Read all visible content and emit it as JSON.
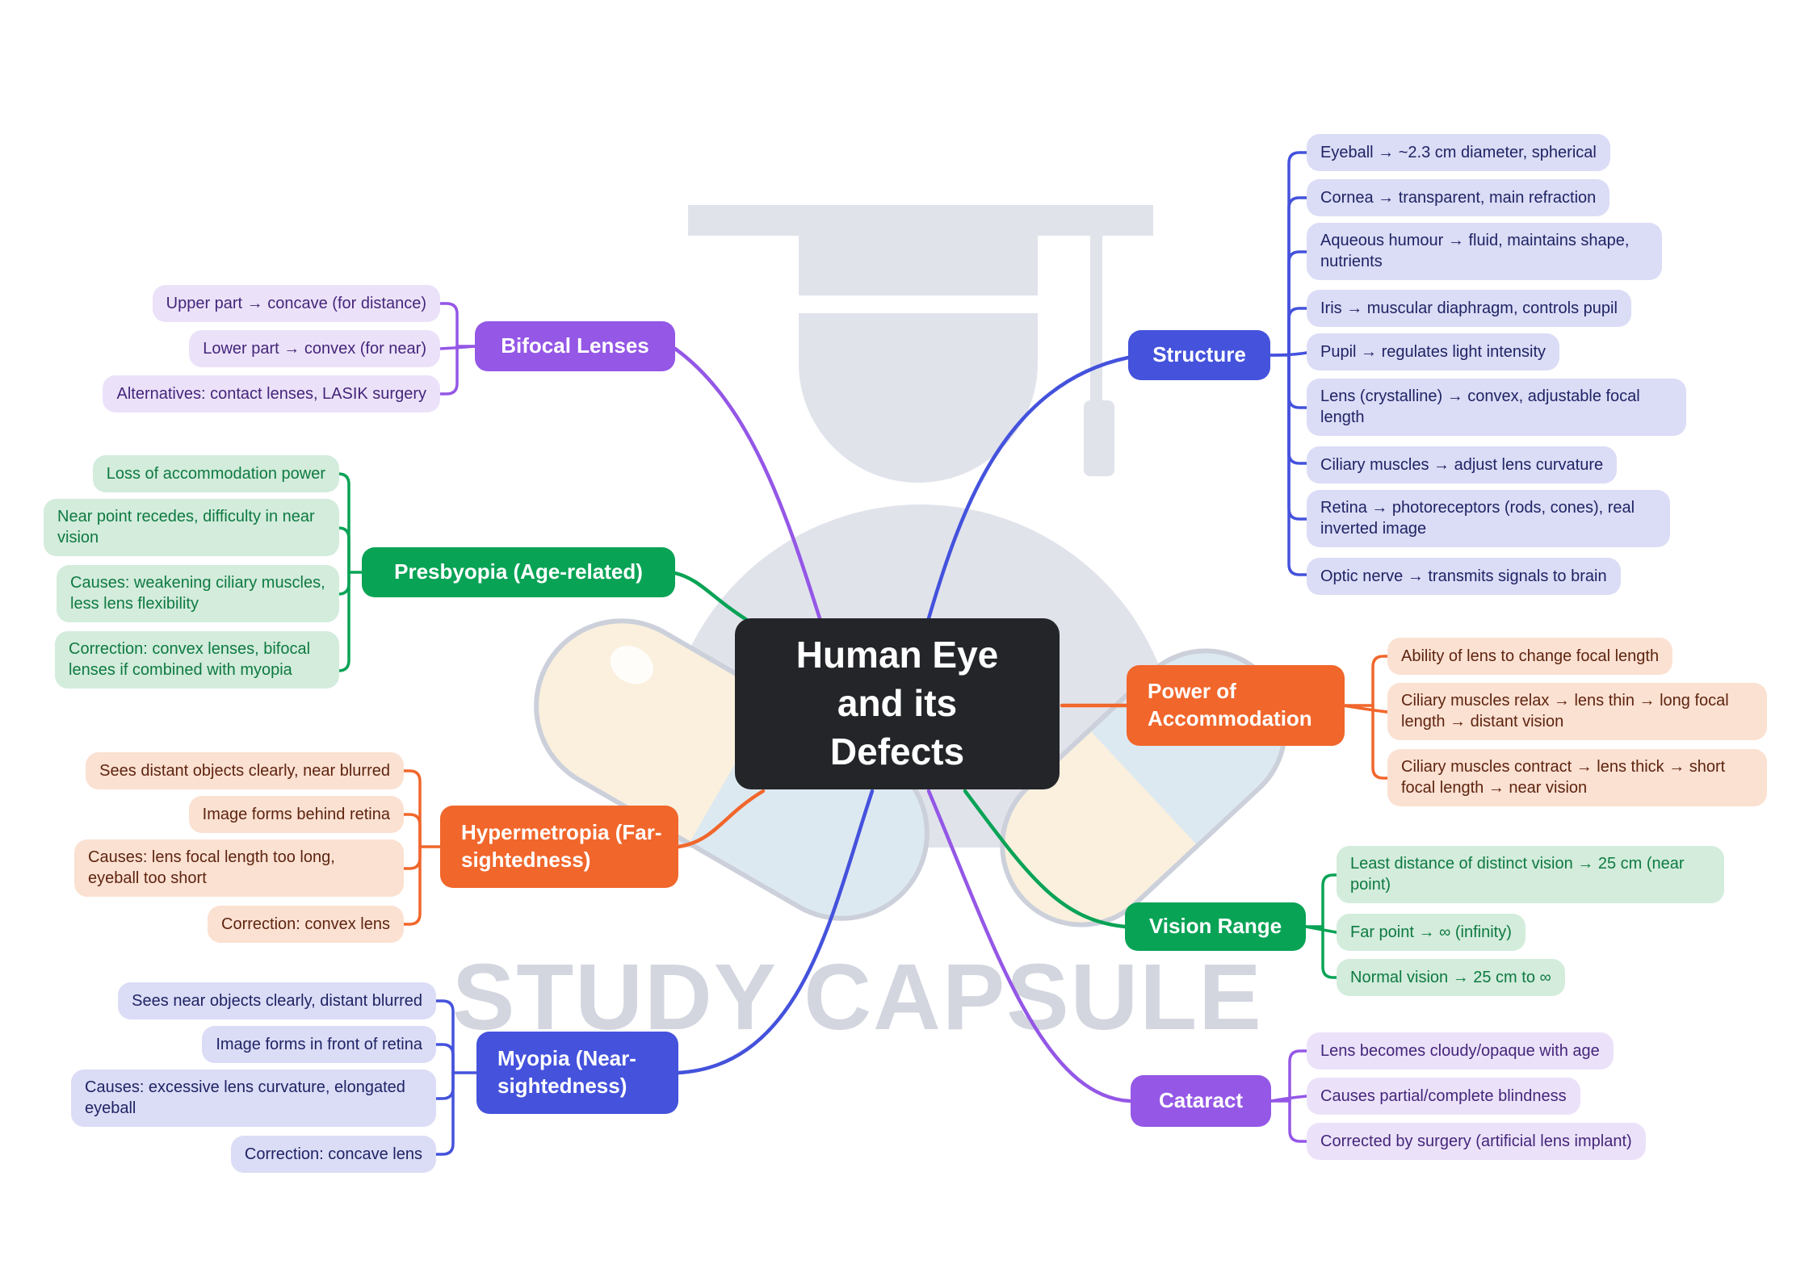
{
  "title": "Human Eye and its Defects",
  "watermark": {
    "text": "STUDY CAPSULE"
  },
  "colors": {
    "blue": "#4452dc",
    "orange": "#f1662b",
    "green": "#09a356",
    "purple": "#9457e6",
    "center_bg": "#232529",
    "leaf_blue_bg": "#dbdcf6",
    "leaf_orange_bg": "#fbe1d2",
    "leaf_green_bg": "#d3ecdc",
    "leaf_purple_bg": "#ebe2f9",
    "watermark_gray": "#e1e3eb"
  },
  "branches": {
    "structure": {
      "label": "Structure",
      "items": [
        "Eyeball → ~2.3 cm diameter, spherical",
        "Cornea → transparent, main refraction",
        "Aqueous humour → fluid, maintains shape, nutrients",
        "Iris → muscular diaphragm, controls pupil",
        "Pupil → regulates light intensity",
        "Lens (crystalline) → convex, adjustable focal length",
        "Ciliary muscles → adjust lens curvature",
        "Retina → photoreceptors (rods, cones), real inverted image",
        "Optic nerve → transmits signals to brain"
      ]
    },
    "power": {
      "label": "Power of Accommodation",
      "items": [
        "Ability of lens to change focal length",
        "Ciliary muscles relax → lens thin → long focal length → distant vision",
        "Ciliary muscles contract → lens thick → short focal length → near vision"
      ]
    },
    "vision": {
      "label": "Vision Range",
      "items": [
        "Least distance of distinct vision → 25 cm (near point)",
        "Far point → ∞ (infinity)",
        "Normal vision → 25 cm to ∞"
      ]
    },
    "cataract": {
      "label": "Cataract",
      "items": [
        "Lens becomes cloudy/opaque with age",
        "Causes partial/complete blindness",
        "Corrected by surgery (artificial lens implant)"
      ]
    },
    "bifocal": {
      "label": "Bifocal Lenses",
      "items": [
        "Upper part → concave (for distance)",
        "Lower part → convex (for near)",
        "Alternatives: contact lenses, LASIK surgery"
      ]
    },
    "presbyopia": {
      "label": "Presbyopia (Age-related)",
      "items": [
        "Loss of accommodation power",
        "Near point recedes, difficulty in near vision",
        "Causes: weakening ciliary muscles, less lens flexibility",
        "Correction: convex lenses, bifocal lenses if combined with myopia"
      ]
    },
    "hypermetropia": {
      "label": "Hypermetropia (Far-sightedness)",
      "items": [
        "Sees distant objects clearly, near blurred",
        "Image forms behind retina",
        "Causes: lens focal length too long, eyeball too short",
        "Correction: convex lens"
      ]
    },
    "myopia": {
      "label": "Myopia (Near-sightedness)",
      "items": [
        "Sees near objects clearly, distant blurred",
        "Image forms in front of retina",
        "Causes: excessive lens curvature, elongated eyeball",
        "Correction: concave lens"
      ]
    }
  }
}
